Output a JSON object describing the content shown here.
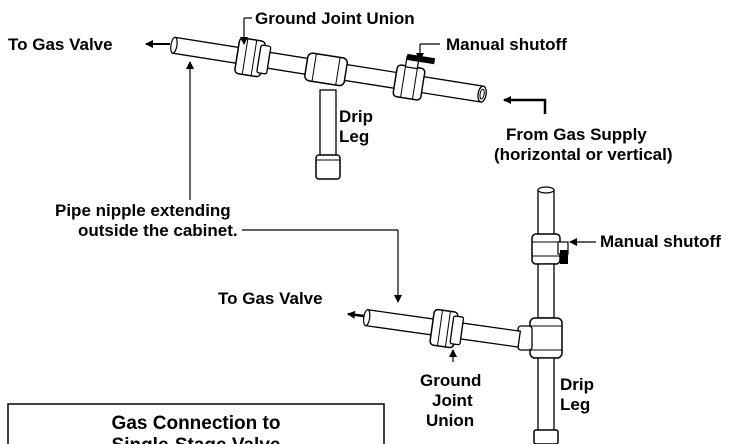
{
  "labels": {
    "ground_joint_union_top": "Ground Joint Union",
    "to_gas_valve_top": "To Gas Valve",
    "manual_shutoff_top": "Manual shutoff",
    "drip_leg_top_1": "Drip",
    "drip_leg_top_2": "Leg",
    "from_gas_supply_1": "From Gas Supply",
    "from_gas_supply_2": "(horizontal or vertical)",
    "pipe_nipple_1": "Pipe nipple extending",
    "pipe_nipple_2": "outside the cabinet.",
    "manual_shutoff_right": "Manual shutoff",
    "to_gas_valve_bottom": "To Gas Valve",
    "ground_bottom_1": "Ground",
    "ground_bottom_2": "Joint",
    "ground_bottom_3": "Union",
    "drip_leg_bottom_1": "Drip",
    "drip_leg_bottom_2": "Leg"
  },
  "caption_box": {
    "line1": "Gas Connection to",
    "line2": "Single-Stage Valve"
  }
}
